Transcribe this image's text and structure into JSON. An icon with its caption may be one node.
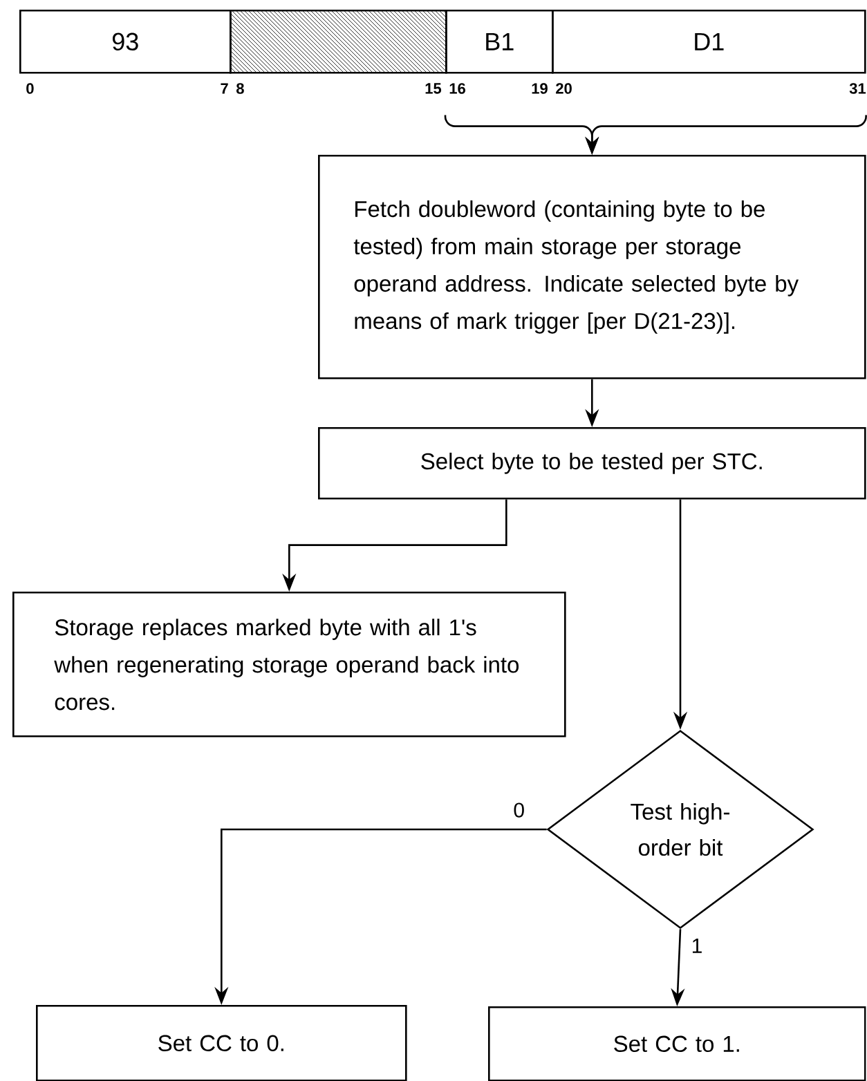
{
  "diagram": {
    "nodes": [
      {
        "text": [
          "93"
        ]
      },
      {
        "text": [],
        "shape": "box"
      },
      {
        "text": [
          "B1"
        ]
      },
      {
        "text": [
          "D1"
        ]
      },
      {
        "text": [
          "Fetch doubleword (containing byte to be tested) from main storage per storage operand address.  Indicate selected byte by means of mark trigger [per D(21-23)]."
        ]
      },
      {
        "text": [
          "Select byte to be tested per STC."
        ]
      },
      {
        "text": [
          "Storage replaces marked byte with all 1's when regenerating storage operand back into cores."
        ]
      },
      {
        "text": [
          "Test high-order bit"
        ]
      },
      {
        "text": [
          "Set CC to 0."
        ]
      },
      {
        "text": [
          "Set CC to 1."
        ]
      }
    ],
    "edges": [
      {
        "from": 2,
        "to": 4,
        "arrow": "to"
      },
      {
        "from": 3,
        "to": 4,
        "arrow": "to"
      },
      {
        "from": 4,
        "to": 5,
        "arrow": "to"
      },
      {
        "from": 5,
        "to": 6,
        "arrow": "to"
      },
      {
        "from": 5,
        "to": 7,
        "arrow": "to"
      },
      {
        "from": 7,
        "to": 8,
        "arrow": "to",
        "label": "0"
      },
      {
        "from": 7,
        "to": 9,
        "arrow": "to",
        "label": "1"
      }
    ],
    "labels": [
      "0",
      "7",
      "8",
      "15",
      "16",
      "19",
      "20",
      "31"
    ]
  }
}
